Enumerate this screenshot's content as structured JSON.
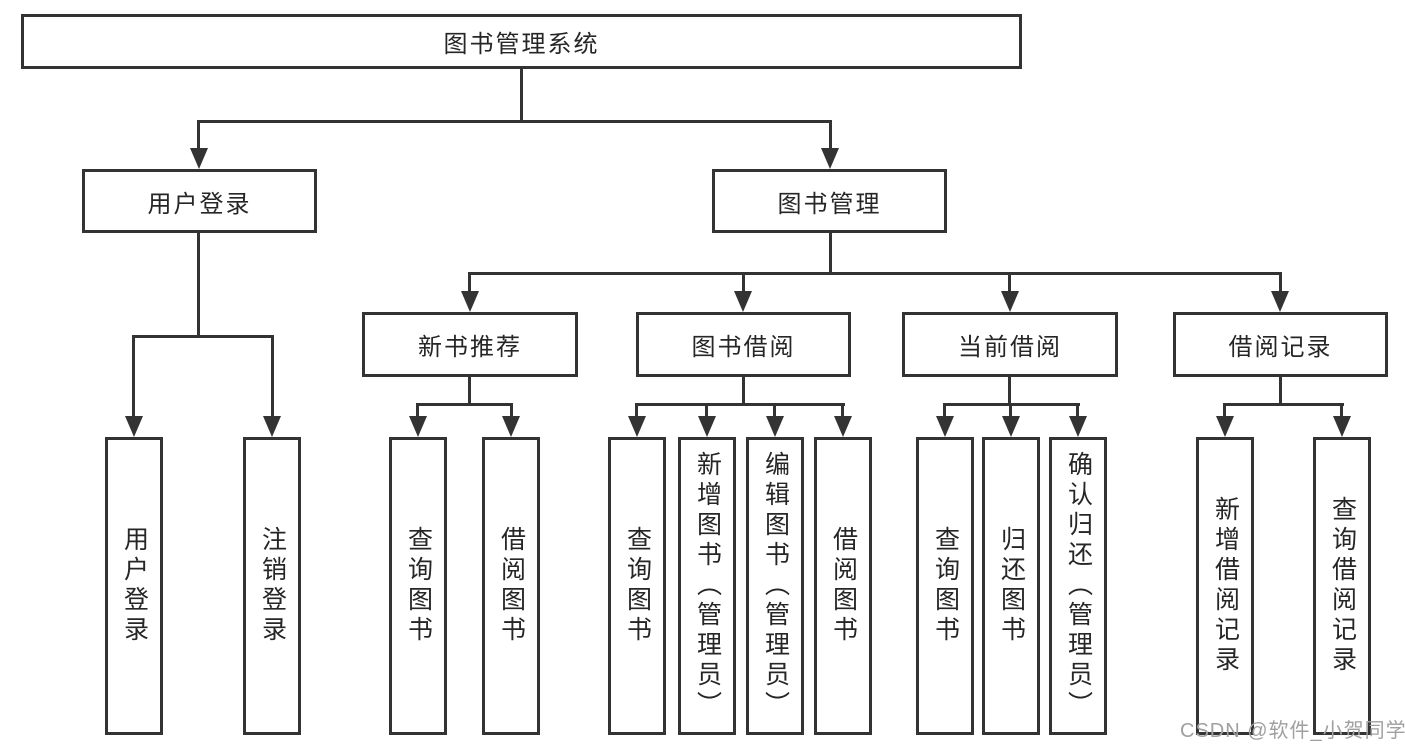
{
  "diagram": {
    "root": {
      "label": "图书管理系统"
    },
    "children": [
      {
        "label": "用户登录",
        "children": [
          {
            "label": "用户登录"
          },
          {
            "label": "注销登录"
          }
        ]
      },
      {
        "label": "图书管理",
        "children": [
          {
            "label": "新书推荐",
            "children": [
              {
                "label": "查询图书"
              },
              {
                "label": "借阅图书"
              }
            ]
          },
          {
            "label": "图书借阅",
            "children": [
              {
                "label": "查询图书"
              },
              {
                "label": "新增图书（管理员）"
              },
              {
                "label": "编辑图书（管理员）"
              },
              {
                "label": "借阅图书"
              }
            ]
          },
          {
            "label": "当前借阅",
            "children": [
              {
                "label": "查询图书"
              },
              {
                "label": "归还图书"
              },
              {
                "label": "确认归还（管理员）"
              }
            ]
          },
          {
            "label": "借阅记录",
            "children": [
              {
                "label": "新增借阅记录"
              },
              {
                "label": "查询借阅记录"
              }
            ]
          }
        ]
      }
    ]
  },
  "watermark": {
    "text": "CSDN @软件_小贺同学"
  },
  "colors": {
    "line": "#333333",
    "text": "#262626",
    "background": "#ffffff",
    "watermark": "#a0a0a0"
  }
}
